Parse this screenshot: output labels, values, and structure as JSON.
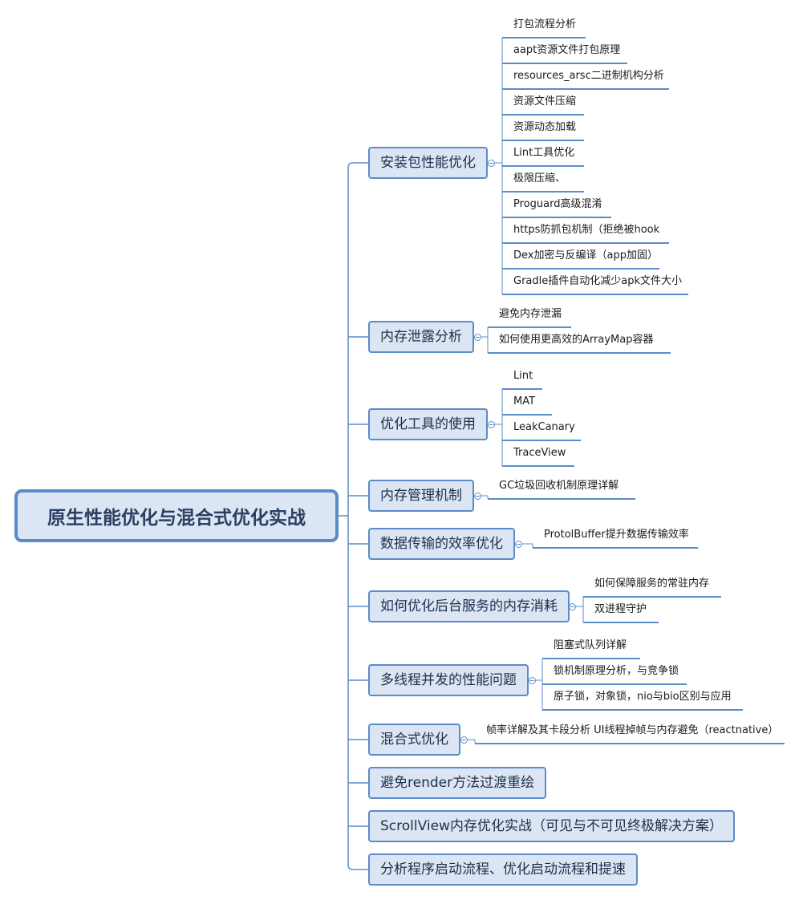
{
  "root": "原生性能优化与混合式优化实战",
  "branches": [
    {
      "label": "安装包性能优化",
      "children": [
        "打包流程分析",
        "aapt资源文件打包原理",
        "resources_arsc二进制机构分析",
        "资源文件压缩",
        "资源动态加载",
        "Lint工具优化",
        "极限压缩、",
        "Proguard高级混淆",
        "https防抓包机制（拒绝被hook",
        "Dex加密与反编译（app加固）",
        "Gradle插件自动化减少apk文件大小"
      ]
    },
    {
      "label": "内存泄露分析",
      "children": [
        "避免内存泄漏",
        "如何使用更高效的ArrayMap容器"
      ]
    },
    {
      "label": "优化工具的使用",
      "children": [
        "Lint",
        "MAT",
        "LeakCanary",
        "TraceView"
      ]
    },
    {
      "label": "内存管理机制",
      "children": [
        "GC垃圾回收机制原理详解"
      ]
    },
    {
      "label": "数据传输的效率优化",
      "children": [
        "ProtolBuffer提升数据传输效率"
      ]
    },
    {
      "label": "如何优化后台服务的内存消耗",
      "children": [
        "如何保障服务的常驻内存",
        "双进程守护"
      ]
    },
    {
      "label": "多线程并发的性能问题",
      "children": [
        "阻塞式队列详解",
        "锁机制原理分析，与竞争锁",
        "原子锁，对象锁，nio与bio区别与应用"
      ]
    },
    {
      "label": "混合式优化",
      "children": [
        "帧率详解及其卡段分析 UI线程掉帧与内存避免（reactnative）"
      ]
    },
    {
      "label": "避免render方法过渡重绘",
      "children": []
    },
    {
      "label": "ScrollView内存优化实战（可见与不可见终极解决方案）",
      "children": []
    },
    {
      "label": "分析程序启动流程、优化启动流程和提速",
      "children": []
    }
  ],
  "colors": {
    "line": "#5b8cc8",
    "fill": "#dbe5f4",
    "text": "#1f2f4a"
  }
}
